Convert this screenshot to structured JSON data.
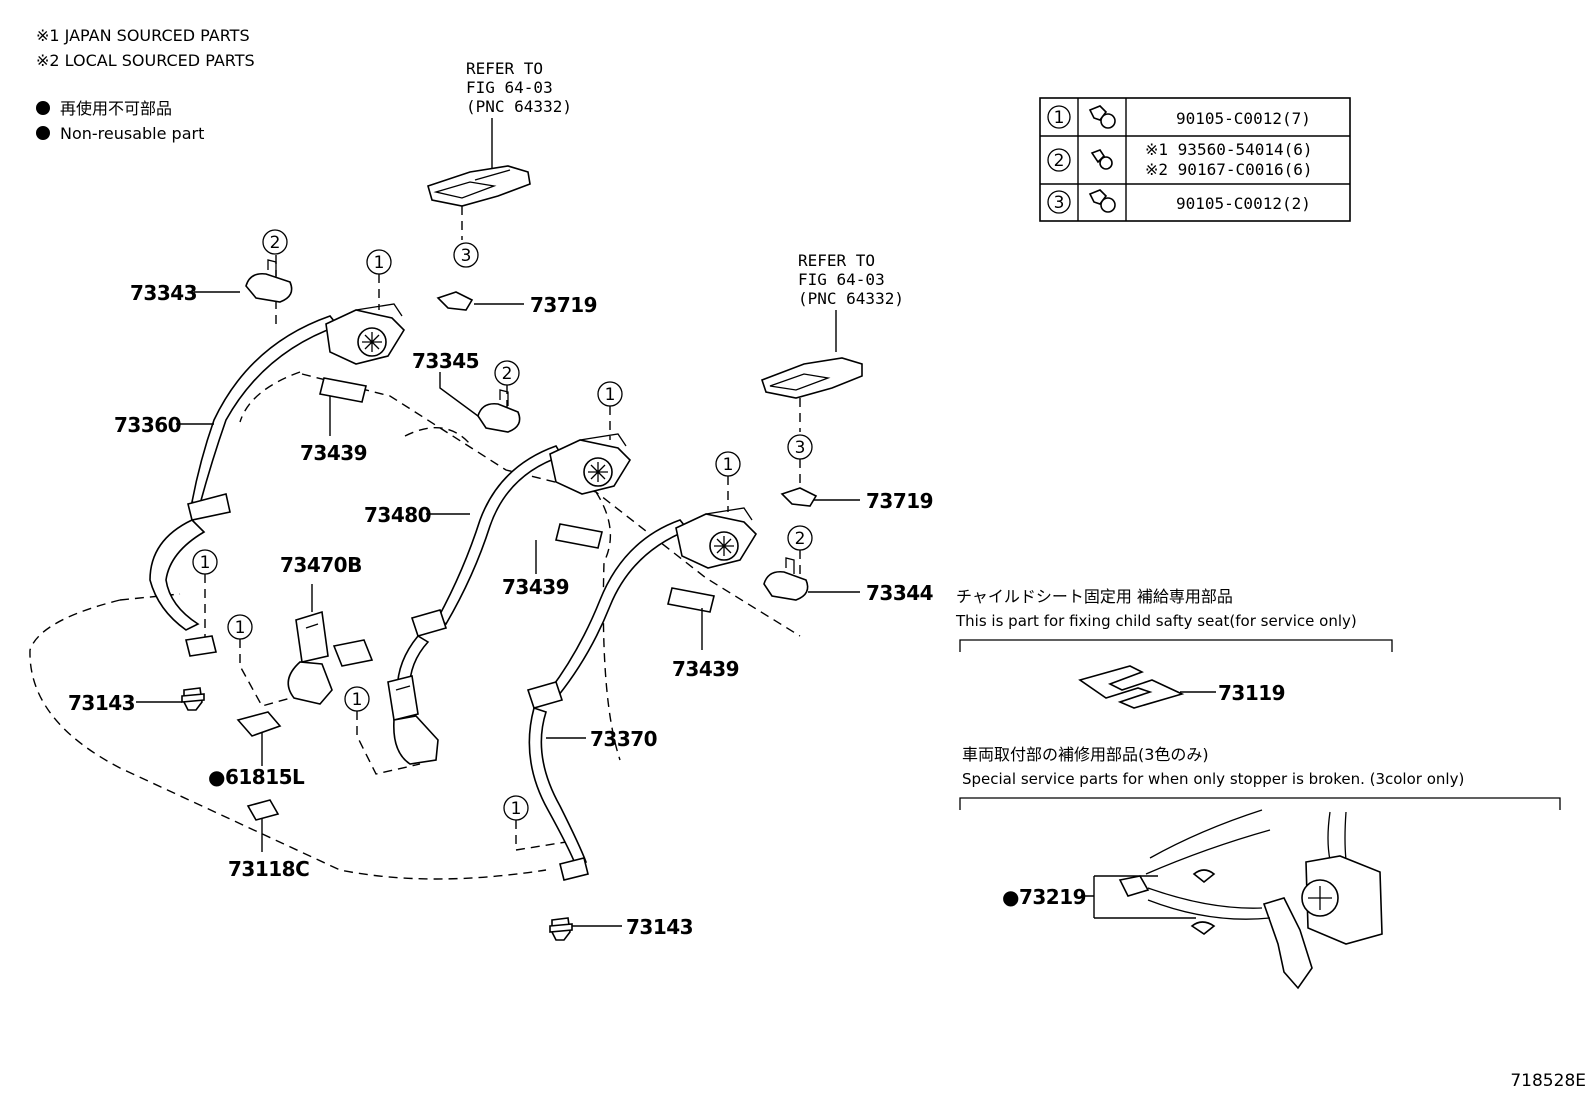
{
  "legend": {
    "japan_sourced": "※1  JAPAN SOURCED PARTS",
    "local_sourced": "※2  LOCAL SOURCED PARTS",
    "non_reusable_jp": "再使用不可部品",
    "non_reusable_en": "Non-reusable part"
  },
  "refer_left": {
    "line1": "REFER TO",
    "line2": "FIG 64-03",
    "line3": "(PNC 64332)"
  },
  "refer_right": {
    "line1": "REFER TO",
    "line2": "FIG 64-03",
    "line3": "(PNC 64332)"
  },
  "fastener_table": {
    "rows": [
      {
        "num": "1",
        "parts": [
          "90105-C0012(7)"
        ]
      },
      {
        "num": "2",
        "parts": [
          "※1 93560-54014(6)",
          "※2 90167-C0016(6)"
        ]
      },
      {
        "num": "3",
        "parts": [
          "90105-C0012(2)"
        ]
      }
    ]
  },
  "part_numbers": {
    "p73343": "73343",
    "p73719a": "73719",
    "p73345": "73345",
    "p73360": "73360",
    "p73439a": "73439",
    "p73480": "73480",
    "p73439b": "73439",
    "p73719b": "73719",
    "p73344": "73344",
    "p73439c": "73439",
    "p73470b": "73470B",
    "p73143a": "73143",
    "p61815l": "●61815L",
    "p73118c": "73118C",
    "p73370": "73370",
    "p73143b": "73143",
    "p73119": "73119",
    "p73219": "●73219"
  },
  "callouts": {
    "c1": "1",
    "c2": "2",
    "c3": "3"
  },
  "child_seat_section": {
    "title_jp": "チャイルドシート固定用 補給専用部品",
    "title_en": "This is part for fixing child safty seat(for service only)"
  },
  "stopper_section": {
    "title_jp": "車両取付部の補修用部品(3色のみ)",
    "title_en": "Special service parts for when only stopper is broken. (3color only)"
  },
  "figure_id": "718528E"
}
